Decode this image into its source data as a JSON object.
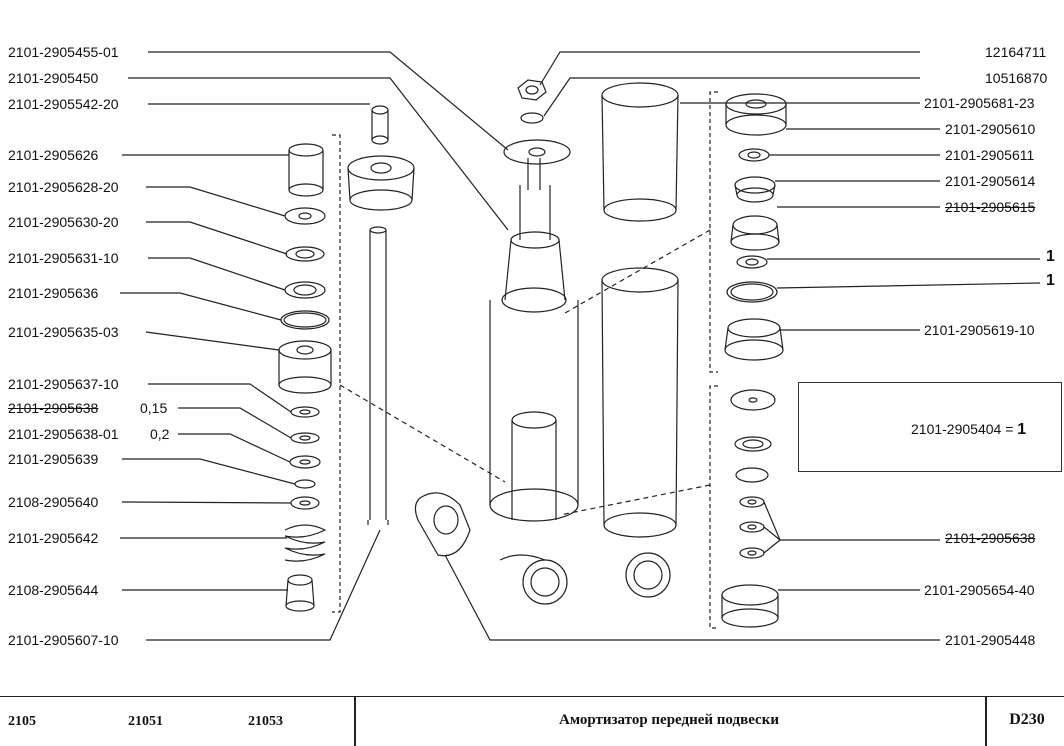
{
  "labels_left": [
    {
      "text": "2101-2905455-01"
    },
    {
      "text": "2101-2905450"
    },
    {
      "text": "2101-2905542-20"
    },
    {
      "text": "2101-2905626"
    },
    {
      "text": "2101-2905628-20"
    },
    {
      "text": "2101-2905630-20"
    },
    {
      "text": "2101-2905631-10"
    },
    {
      "text": "2101-2905636"
    },
    {
      "text": "2101-2905635-03"
    },
    {
      "text": "2101-2905637-10"
    },
    {
      "text": "2101-2905638",
      "note": "0,15"
    },
    {
      "text": "2101-2905638-01",
      "note": "0,2"
    },
    {
      "text": "2101-2905639"
    },
    {
      "text": "2108-2905640"
    },
    {
      "text": "2101-2905642"
    },
    {
      "text": "2108-2905644"
    },
    {
      "text": "2101-2905607-10"
    }
  ],
  "labels_right": [
    {
      "text": "12164711"
    },
    {
      "text": "10516870"
    },
    {
      "text": "2101-2905681-23"
    },
    {
      "text": "2101-2905610"
    },
    {
      "text": "2101-2905611"
    },
    {
      "text": "2101-2905614"
    },
    {
      "text": "2101-2905615"
    },
    {
      "text": "1"
    },
    {
      "text": "1"
    },
    {
      "text": "2101-2905619-10"
    },
    {
      "text": "2101-2905638"
    },
    {
      "text": "2101-2905654-40"
    },
    {
      "text": "2101-2905448"
    }
  ],
  "kit": {
    "label": "2101-2905404 = ",
    "qty": "1"
  },
  "footer": {
    "models": [
      "2105",
      "21051",
      "21053"
    ],
    "title": "Амортизатор передней подвески",
    "code": "D230"
  }
}
